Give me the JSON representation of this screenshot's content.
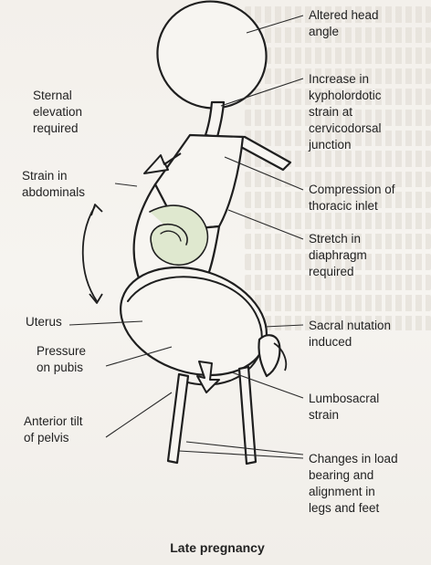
{
  "labels_right": {
    "altered_head_angle": "Altered head\nangle",
    "kypholordotic_strain": "Increase in\nkypholordotic\nstrain at\ncervicodorsal\njunction",
    "thoracic_inlet": "Compression of\nthoracic inlet",
    "diaphragm": "Stretch in\ndiaphragm\nrequired",
    "sacral_nutation": "Sacral nutation\ninduced",
    "lumbosacral": "Lumbosacral\nstrain",
    "load_bearing": "Changes in load\nbearing and\nalignment in\nlegs and feet"
  },
  "labels_left": {
    "sternal_elevation": "Sternal\nelevation\nrequired",
    "abdominals": "Strain in\nabdominals",
    "uterus": "Uterus",
    "pubis": "Pressure\non pubis",
    "pelvis_tilt": "Anterior tilt\nof pelvis"
  },
  "caption": "Late pregnancy",
  "colors": {
    "line": "#1f1f1f",
    "leader": "#2a2a2a",
    "uterus_fill": "#d9e5c6"
  }
}
